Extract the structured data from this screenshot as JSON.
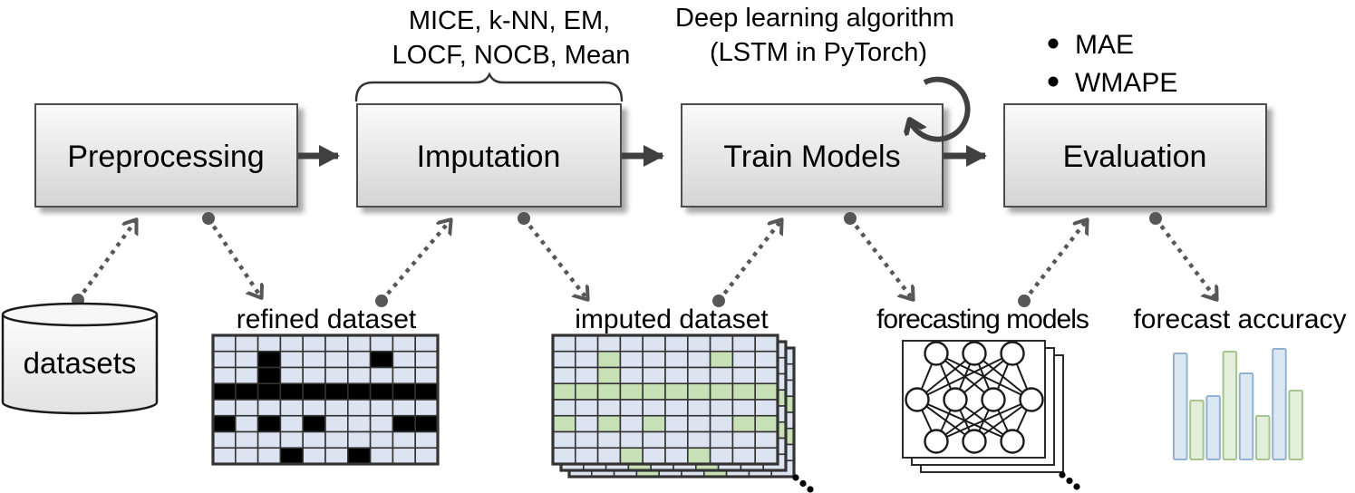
{
  "pipeline": {
    "stages": [
      {
        "id": "preprocessing",
        "label": "Preprocessing"
      },
      {
        "id": "imputation",
        "label": "Imputation"
      },
      {
        "id": "train-models",
        "label": "Train Models"
      },
      {
        "id": "evaluation",
        "label": "Evaluation"
      }
    ]
  },
  "annotations": {
    "imputation_methods_line1": "MICE, k-NN, EM,",
    "imputation_methods_line2": "LOCF, NOCB, Mean",
    "train_algorithm_line1": "Deep learning algorithm",
    "train_algorithm_line2": "(LSTM in PyTorch)",
    "metrics": [
      "MAE",
      "WMAPE"
    ]
  },
  "artifacts": {
    "datasets_label": "datasets",
    "refined_label": "refined dataset",
    "imputed_label": "imputed dataset",
    "models_label": "forecasting models",
    "accuracy_label": "forecast accuracy"
  },
  "grid": {
    "cols": 10,
    "rows": 8,
    "missing_cells": [
      [
        1,
        2
      ],
      [
        1,
        7
      ],
      [
        2,
        2
      ],
      [
        3,
        0
      ],
      [
        3,
        1
      ],
      [
        3,
        2
      ],
      [
        3,
        3
      ],
      [
        3,
        4
      ],
      [
        3,
        5
      ],
      [
        3,
        6
      ],
      [
        3,
        7
      ],
      [
        3,
        8
      ],
      [
        3,
        9
      ],
      [
        5,
        0
      ],
      [
        5,
        2
      ],
      [
        5,
        4
      ],
      [
        5,
        8
      ],
      [
        5,
        9
      ],
      [
        7,
        3
      ],
      [
        7,
        6
      ]
    ]
  },
  "imputed_stack": {
    "layer_count": 3,
    "ellipsis_dots": 3
  },
  "neural_network": {
    "layer_sizes": [
      3,
      4,
      3
    ],
    "card_count": 3,
    "ellipsis_dots": 3
  },
  "accuracy_bars": {
    "heights": [
      117,
      65,
      70,
      119,
      95,
      48,
      122,
      76
    ],
    "color_pattern": [
      "blue",
      "green",
      "blue",
      "green",
      "blue",
      "green",
      "blue",
      "green"
    ]
  },
  "flows": [
    {
      "from": "datasets",
      "to": "preprocessing"
    },
    {
      "from": "preprocessing",
      "to": "refined-dataset"
    },
    {
      "from": "refined-dataset",
      "to": "imputation"
    },
    {
      "from": "imputation",
      "to": "imputed-dataset"
    },
    {
      "from": "imputed-dataset",
      "to": "train-models"
    },
    {
      "from": "train-models",
      "to": "forecasting-models"
    },
    {
      "from": "forecasting-models",
      "to": "evaluation"
    },
    {
      "from": "evaluation",
      "to": "forecast-accuracy"
    }
  ],
  "colors": {
    "box_border": "#4d4d4d",
    "box_fill_top": "#fafafa",
    "box_fill_bottom": "#d5d5d5",
    "solid_arrow": "#404040",
    "dotted_arrow": "#575757",
    "grid_line": "#333333",
    "cell_blue": "#dce3f1",
    "cell_black": "#000000",
    "cell_green": "#c8e0b5",
    "bar_blue_fill": "#dbe7f3",
    "bar_blue_border": "#93b1d1",
    "bar_green_fill": "#e3efda",
    "bar_green_border": "#a6c490",
    "outline_dark": "#1a1a1a"
  }
}
